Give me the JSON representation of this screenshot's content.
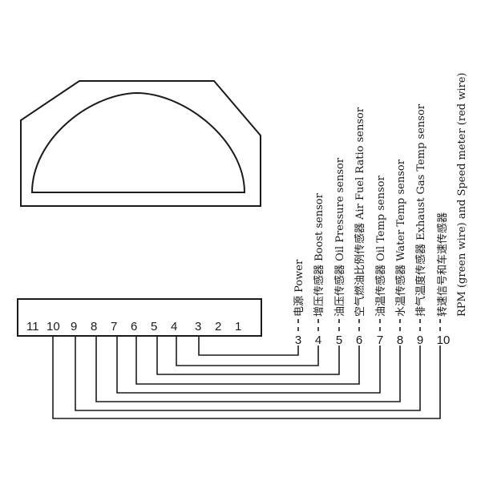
{
  "connector": {
    "pins": [
      "11",
      "10",
      "9",
      "8",
      "7",
      "6",
      "5",
      "4",
      "3",
      "2",
      "1"
    ]
  },
  "wires": [
    {
      "num": "3",
      "label": "电源  Power"
    },
    {
      "num": "4",
      "label": "增压传感器  Boost  sensor"
    },
    {
      "num": "5",
      "label": "油压传感器  Oil Pressure sensor"
    },
    {
      "num": "6",
      "label": "空气燃油比例传感器  Air Fuel Ratio sensor"
    },
    {
      "num": "7",
      "label": "油温传感器  Oil Temp sensor"
    },
    {
      "num": "8",
      "label": "水温传感器  Water Temp sensor"
    },
    {
      "num": "9",
      "label": "排气温度传感器  Exhaust Gas Temp sensor"
    },
    {
      "num": "10",
      "label": "转速信号和车速传感器"
    },
    {
      "num": "",
      "label": "RPM (green wire) and Speed meter (red wire)"
    }
  ]
}
